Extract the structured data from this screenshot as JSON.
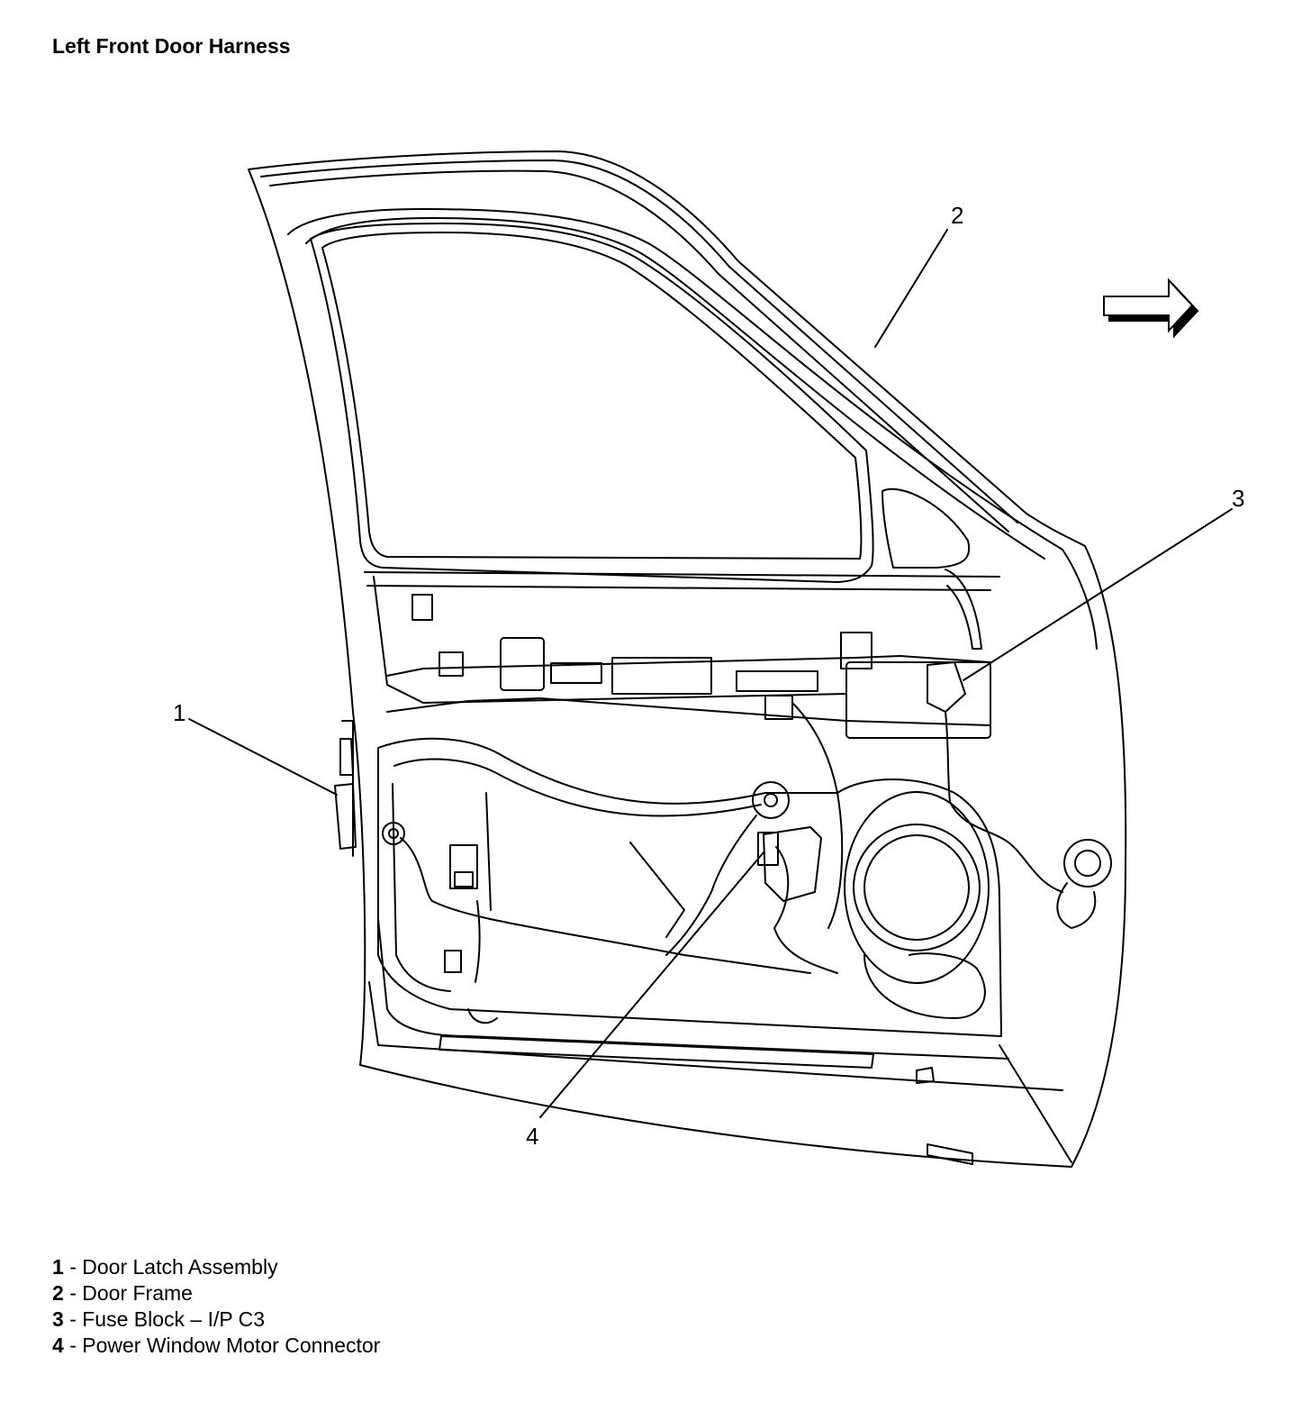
{
  "title": "Left Front Door Harness",
  "callouts": [
    {
      "number": "1",
      "name": "Door Latch Assembly"
    },
    {
      "number": "2",
      "name": "Door Frame"
    },
    {
      "number": "3",
      "name": "Fuse Block – I/P C3"
    },
    {
      "number": "4",
      "name": "Power Window Motor Connector"
    }
  ],
  "legend_separator": "-",
  "direction_arrow": {
    "icon": "right-arrow-icon",
    "meaning": "vehicle front"
  },
  "colors": {
    "line": "#000000",
    "background": "#ffffff"
  }
}
